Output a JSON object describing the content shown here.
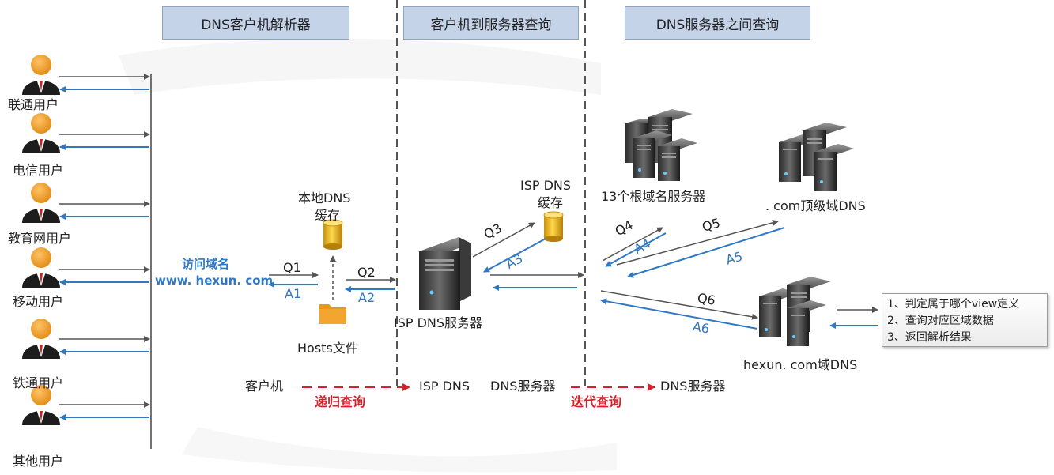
{
  "headers": {
    "client_resolver": "DNS客户机解析器",
    "client_to_server": "客户机到服务器查询",
    "server_to_server": "DNS服务器之间查询"
  },
  "users": [
    "联通用户",
    "电信用户",
    "教育网用户",
    "移动用户",
    "铁通用户",
    "其他用户"
  ],
  "client": {
    "access_domain_label": "访问域名",
    "domain": "www. hexun. com",
    "q1": "Q1",
    "a1": "A1",
    "local_cache_line1": "本地DNS",
    "local_cache_line2": "缓存",
    "hosts_file": "Hosts文件",
    "q2": "Q2",
    "a2": "A2"
  },
  "isp": {
    "cache_line1": "ISP DNS",
    "cache_line2": "缓存",
    "server_label": "ISP DNS服务器",
    "q3": "Q3",
    "a3": "A3"
  },
  "servers": {
    "root": "13个根域名服务器",
    "tld": ". com顶级域DNS",
    "hexun": "hexun. com域DNS",
    "q4": "Q4",
    "a4": "A4",
    "q5": "Q5",
    "a5": "A5",
    "q6": "Q6",
    "a6": "A6"
  },
  "steps": [
    "1、判定属于哪个view定义",
    "2、查询对应区域数据",
    "3、返回解析结果"
  ],
  "bottom": {
    "client": "客户机",
    "isp_dns": "ISP DNS",
    "dns_server_1": "DNS服务器",
    "dns_server_2": "DNS服务器",
    "recursive": "递归查询",
    "iterative": "迭代查询"
  },
  "colors": {
    "header_fill": "#c5d3e9",
    "blue_arrow": "#2f78c4",
    "gray_arrow": "#555555",
    "red_dash": "#d6202a",
    "cache_gold": "#e8b823",
    "folder_orange": "#e8961e"
  }
}
